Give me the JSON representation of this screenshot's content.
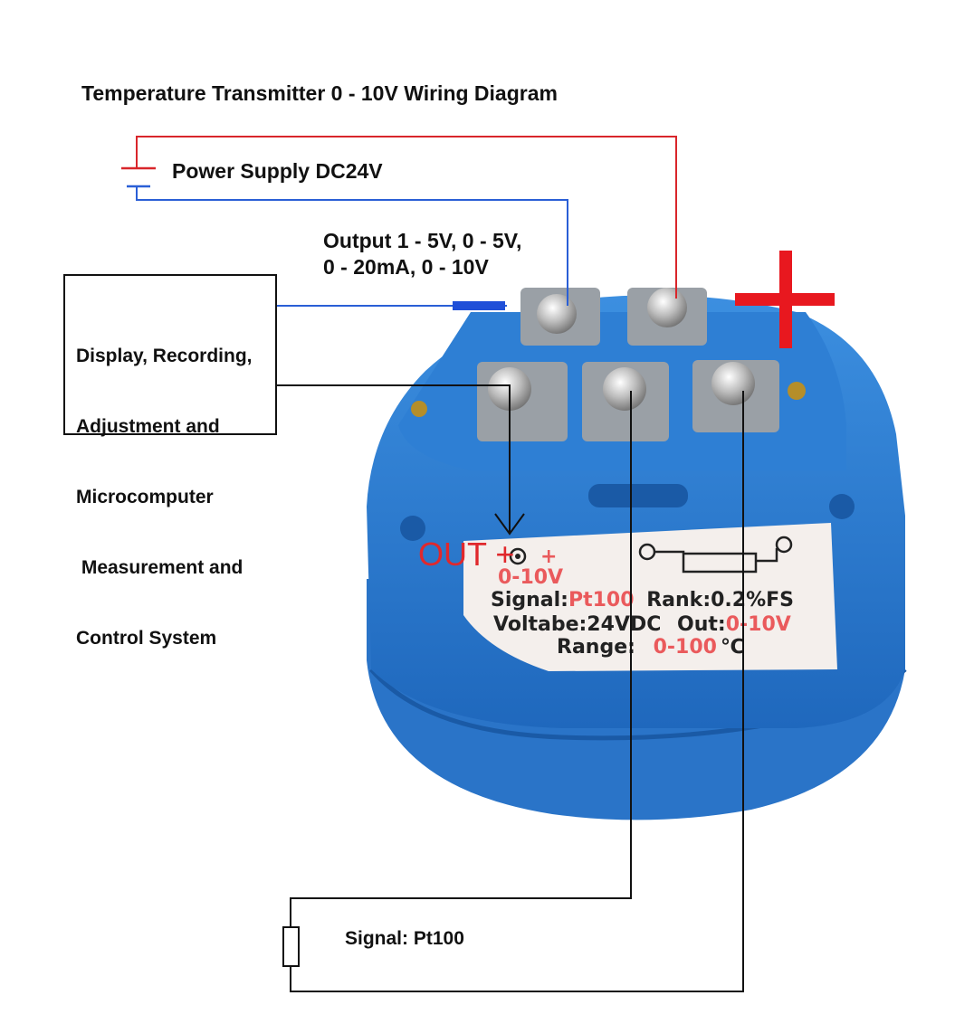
{
  "title": "Temperature Transmitter 0 - 10V Wiring Diagram",
  "power_supply": {
    "label": "Power Supply DC24V"
  },
  "output": {
    "line1": "Output 1 - 5V, 0 - 5V,",
    "line2": "0 - 20mA, 0 - 10V"
  },
  "display_box": {
    "lines": [
      "Display, Recording,",
      "Adjustment and",
      "Microcomputer",
      " Measurement and",
      "Control System"
    ]
  },
  "device": {
    "out_marker": "OUT",
    "plus_sign": "+",
    "label": {
      "terminal_plus": "+",
      "out_range": "0-10V",
      "signal_key": "Signal:",
      "signal_val": "Pt100",
      "rank": "Rank:0.2%FS",
      "voltage": "Voltabe:24VDC",
      "out_key": "Out:",
      "out_val": "0-10V",
      "range_key": "Range:",
      "range_val": "0-100",
      "range_unit": "℃"
    }
  },
  "sensor": {
    "label": "Signal: Pt100"
  },
  "colors": {
    "positive_wire": "#d9262b",
    "negative_wire": "#2a5fd6",
    "device_body": "#2f7fd2",
    "label_red": "#ea5a5c"
  }
}
